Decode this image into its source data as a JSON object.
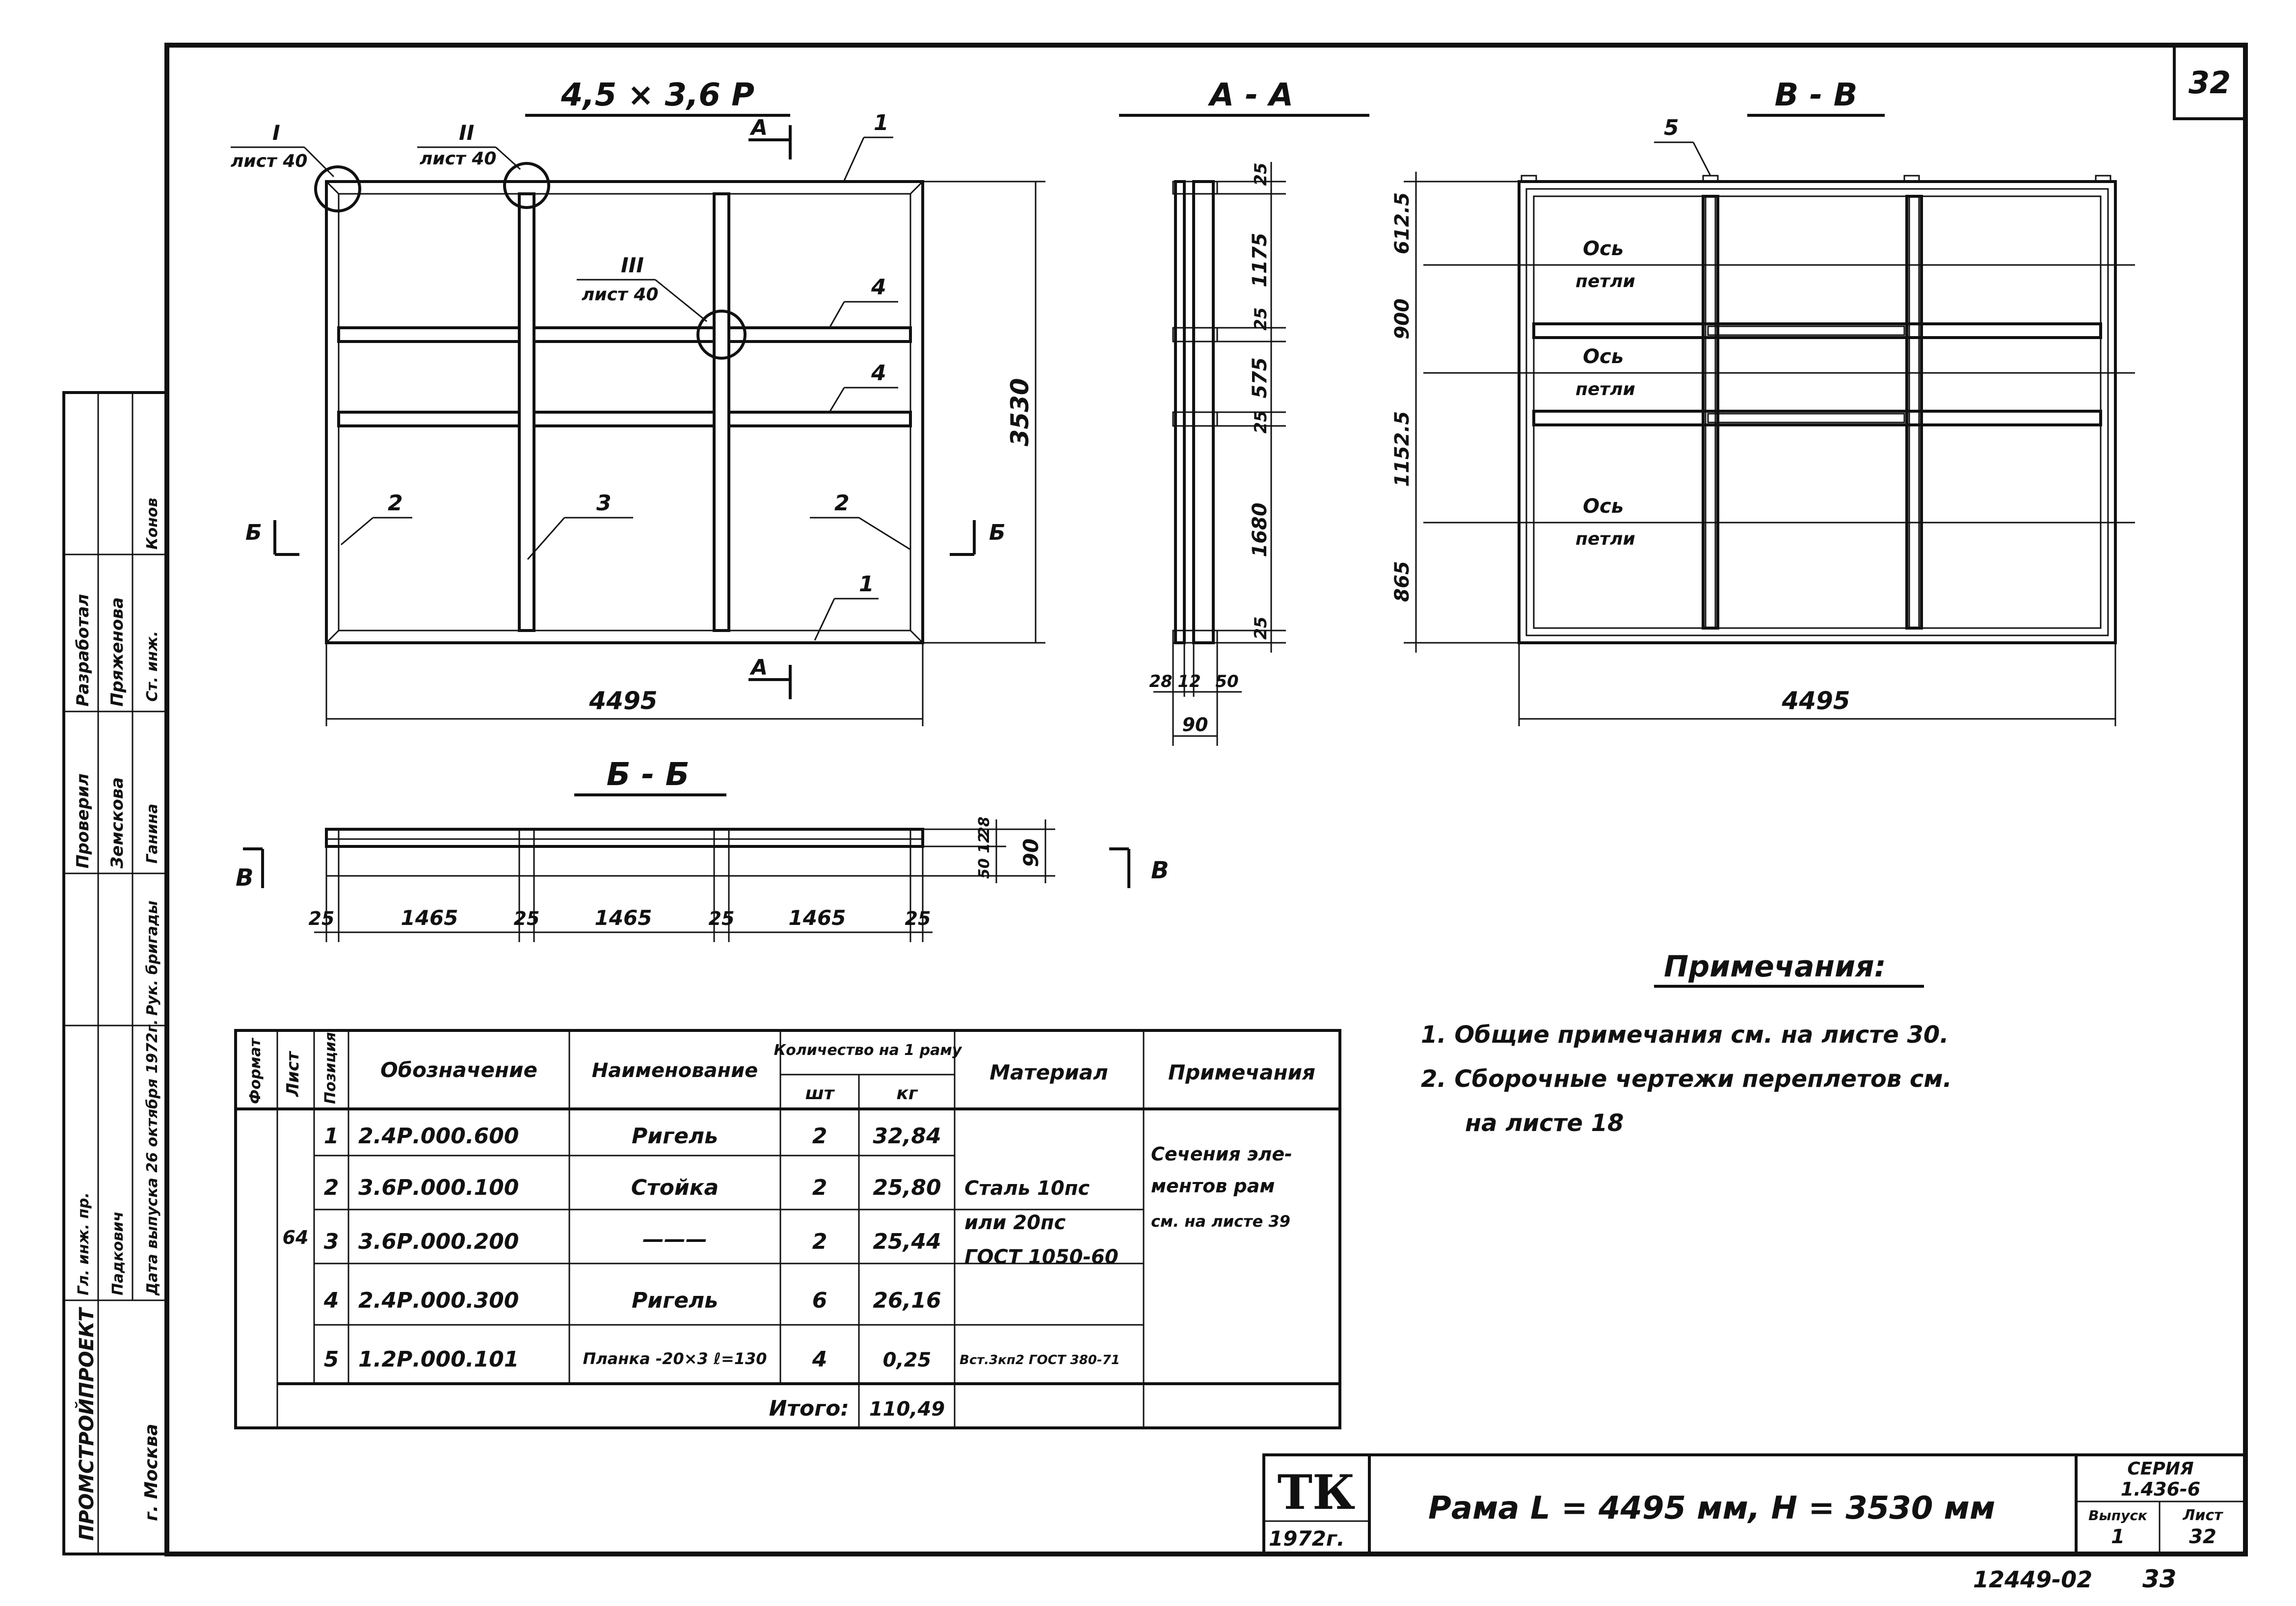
{
  "sheet": {
    "number": "32",
    "title": "Рама  L = 4495 мм,  H = 3530 мм",
    "mark": "ТК",
    "year": "1972г.",
    "series_label": "СЕРИЯ",
    "series": "1.436-6",
    "issue_label": "Выпуск",
    "issue": "1",
    "list_label": "Лист",
    "list": "32",
    "bottom_code": "12449-02",
    "bottom_page": "33"
  },
  "stamp": {
    "org": "ПРОМСТРОЙПРОЕКТ",
    "city": "г. Москва",
    "rows": [
      [
        "Разработал",
        "Пряженова",
        ""
      ],
      [
        "Проверил",
        "Земскова",
        ""
      ],
      [
        "Гл. инж. пр.",
        "Падкович",
        ""
      ],
      [
        "Рук. бригады",
        "Ганина",
        ""
      ],
      [
        "Ст. инж.",
        "Конов",
        ""
      ]
    ],
    "date": "Дата выпуска 26 октября 1972г."
  },
  "view_main": {
    "title": "4,5 × 3,6 Р",
    "callouts": [
      {
        "num": "I",
        "sheet": "лист 40"
      },
      {
        "num": "II",
        "sheet": "лист 40"
      },
      {
        "num": "III",
        "sheet": "лист 40"
      }
    ],
    "section_letter_a": "А",
    "section_letter_b": "Б",
    "positions": [
      "1",
      "2",
      "3",
      "4"
    ],
    "height_dim": "3530",
    "width_dim": "4495"
  },
  "view_aa": {
    "title": "А - А",
    "dims": [
      "25",
      "1175",
      "25",
      "575",
      "25",
      "1680",
      "25"
    ],
    "bottom_dims": [
      "28",
      "12",
      "50"
    ],
    "total": "90"
  },
  "view_bb": {
    "title": "В - В",
    "position": "5",
    "axis_label_1": "Ось",
    "axis_label_2": "петли",
    "dims": [
      "612.5",
      "900",
      "1152.5",
      "865"
    ],
    "width_dim": "4495"
  },
  "view_66": {
    "title": "Б - Б",
    "letter_left": "В",
    "letter_right": "В",
    "dims": [
      "25",
      "1465",
      "25",
      "1465",
      "25",
      "1465",
      "25"
    ],
    "right_dims": [
      "28",
      "12",
      "50"
    ],
    "total": "90"
  },
  "notes": {
    "title": "Примечания:",
    "items": [
      "1.  Общие примечания см. на листе 30.",
      "2.  Сборочные чертежи переплетов см.",
      "на листе 18"
    ]
  },
  "table": {
    "headers": {
      "format": "Формат",
      "list": "Лист",
      "pos": "Позиция",
      "designation": "Обозначение",
      "name": "Наименование",
      "qty": "Количество на 1 раму",
      "qty_pcs": "шт",
      "qty_kg": "кг",
      "material": "Материал",
      "note": "Примечания"
    },
    "rows": [
      {
        "pos": "1",
        "designation": "2.4Р.000.600",
        "name": "Ригель",
        "pcs": "2",
        "kg": "32,84"
      },
      {
        "pos": "2",
        "designation": "3.6Р.000.100",
        "name": "Стойка",
        "pcs": "2",
        "kg": "25,80"
      },
      {
        "pos": "3",
        "designation": "3.6Р.000.200",
        "name": "———",
        "pcs": "2",
        "kg": "25,44"
      },
      {
        "pos": "4",
        "designation": "2.4Р.000.300",
        "name": "Ригель",
        "pcs": "6",
        "kg": "26,16"
      },
      {
        "pos": "5",
        "designation": "1.2Р.000.101",
        "name": "Планка -20×3  ℓ=130",
        "pcs": "4",
        "kg": "0,25"
      }
    ],
    "list_value": "64",
    "material_main": [
      "Сталь 10пс",
      "или 20пс",
      "ГОСТ 1050-60"
    ],
    "material_5": "Вст.3кп2 ГОСТ 380-71",
    "note_main": [
      "Сечения эле-",
      "ментов рам",
      "см. на листе 39"
    ],
    "total_label": "Итого:",
    "total_value": "110,49"
  }
}
